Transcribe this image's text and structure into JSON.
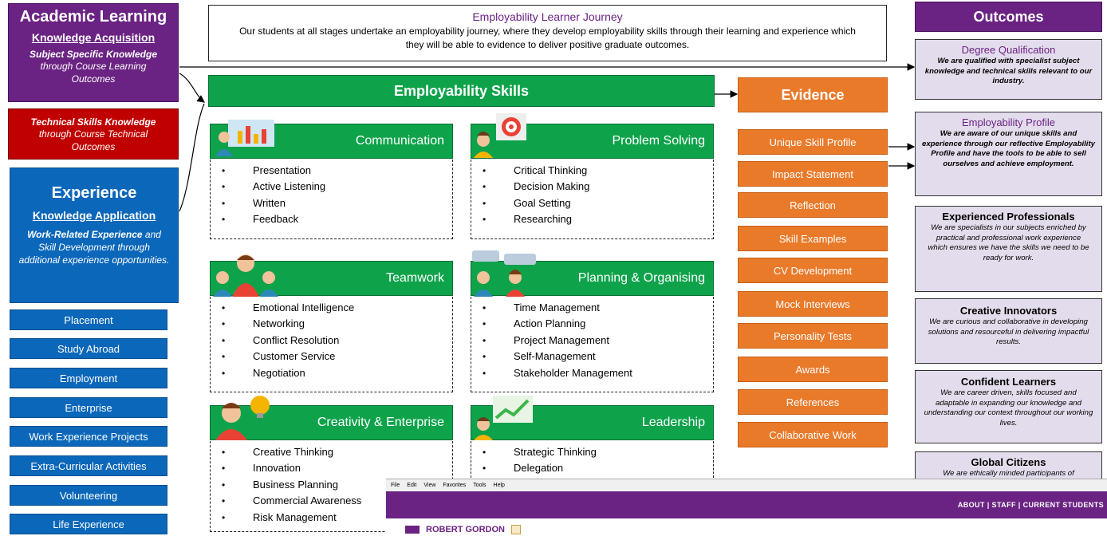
{
  "left": {
    "academic": {
      "title": "Academic Learning",
      "subtitle": "Knowledge Acquisition",
      "line1": "Subject Specific Knowledge",
      "line2": "through Course Learning Outcomes"
    },
    "technical": {
      "line1": "Technical Skills Knowledge",
      "line2": "through Course Technical Outcomes"
    },
    "experience": {
      "title": "Experience",
      "subtitle": "Knowledge Application",
      "line1": "Work-Related Experience",
      "line1b": " and Skill Development through additional experience opportunities."
    },
    "items": [
      "Placement",
      "Study Abroad",
      "Employment",
      "Enterprise",
      "Work Experience Projects",
      "Extra-Curricular Activities",
      "Volunteering",
      "Life Experience"
    ]
  },
  "journey": {
    "title": "Employability Learner Journey",
    "text": "Our students at all stages undertake an employability journey, where they develop employability skills through their learning and experience which they will be able to evidence to deliver positive graduate outcomes."
  },
  "skills_title": "Employability Skills",
  "skills": [
    {
      "name": "Communication",
      "items": [
        "Presentation",
        "Active Listening",
        "Written",
        "Feedback"
      ]
    },
    {
      "name": "Problem Solving",
      "items": [
        "Critical Thinking",
        "Decision Making",
        "Goal Setting",
        "Researching"
      ]
    },
    {
      "name": "Teamwork",
      "items": [
        "Emotional Intelligence",
        "Networking",
        "Conflict Resolution",
        "Customer Service",
        "Negotiation"
      ]
    },
    {
      "name": "Planning & Organising",
      "items": [
        "Time Management",
        "Action Planning",
        "Project Management",
        "Self-Management",
        "Stakeholder Management"
      ]
    },
    {
      "name": "Creativity & Enterprise",
      "items": [
        "Creative Thinking",
        "Innovation",
        "Business Planning",
        "Commercial Awareness",
        "Risk Management"
      ]
    },
    {
      "name": "Leadership",
      "items": [
        "Strategic Thinking",
        "Delegation"
      ]
    }
  ],
  "evidence": {
    "title": "Evidence",
    "items": [
      "Unique Skill Profile",
      "Impact Statement",
      "Reflection",
      "Skill Examples",
      "CV Development",
      "Mock Interviews",
      "Personality Tests",
      "Awards",
      "References",
      "Collaborative Work"
    ]
  },
  "outcomes": {
    "title": "Outcomes",
    "items": [
      {
        "title": "Degree Qualification",
        "desc": "We are qualified with specialist subject knowledge and technical skills relevant to our industry."
      },
      {
        "title": "Employability Profile",
        "desc": "We are aware of our unique skills and experience through our reflective Employability Profile and have the tools to be able to sell ourselves and achieve employment."
      },
      {
        "title": "Experienced Professionals",
        "desc": "We are specialists in our subjects enriched by practical and professional work experience which ensures we have the skills we need to be ready for work."
      },
      {
        "title": "Creative Innovators",
        "desc": "We are curious and collaborative in developing solutions and resourceful in delivering impactful results."
      },
      {
        "title": "Confident Learners",
        "desc": "We are career driven, skills focused and adaptable in expanding our knowledge and understanding our context throughout our working lives."
      },
      {
        "title": "Global Citizens",
        "desc": "We are ethically minded participants of"
      }
    ]
  },
  "overlay": {
    "menu": [
      "File",
      "Edit",
      "View",
      "Favorites",
      "Tools",
      "Help"
    ],
    "nav": "ABOUT | STAFF | CURRENT STUDENTS",
    "logo": "ROBERT GORDON"
  },
  "colors": {
    "purple": "#6b2383",
    "red": "#c00000",
    "blue": "#0b67b9",
    "green": "#0ea34b",
    "orange": "#e97a2a",
    "lavender": "#e3dcec"
  }
}
